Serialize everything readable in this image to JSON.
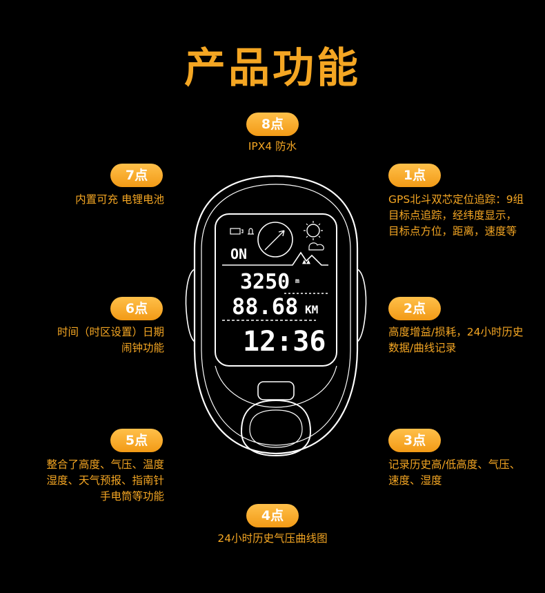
{
  "title": "产品功能",
  "features": [
    {
      "badge": "1点",
      "lines": [
        "GPS北斗双芯定位追踪：9组",
        "目标点追踪，经纬度显示，",
        "目标点方位，距离，速度等"
      ]
    },
    {
      "badge": "2点",
      "lines": [
        "高度增益/损耗，24小时历史",
        "数据/曲线记录"
      ]
    },
    {
      "badge": "3点",
      "lines": [
        "记录历史高/低高度、气压、",
        "速度、湿度"
      ]
    },
    {
      "badge": "4点",
      "lines": [
        "24小时历史气压曲线图"
      ]
    },
    {
      "badge": "5点",
      "lines": [
        "整合了高度、气压、温度",
        "湿度、天气预报、指南针",
        "手电筒等功能"
      ]
    },
    {
      "badge": "6点",
      "lines": [
        "时间（时区设置）日期",
        "闹钟功能"
      ]
    },
    {
      "badge": "7点",
      "lines": [
        "内置可充 电锂电池"
      ]
    },
    {
      "badge": "8点",
      "lines": [
        "IPX4 防水"
      ]
    }
  ],
  "display": {
    "status": "ON",
    "altitude": "3250",
    "altitude_unit": "m",
    "distance": "88.68",
    "distance_unit": "KM",
    "time": "12:36"
  },
  "colors": {
    "accent": "#f4a623",
    "background": "#000000",
    "outline": "#ffffff"
  }
}
